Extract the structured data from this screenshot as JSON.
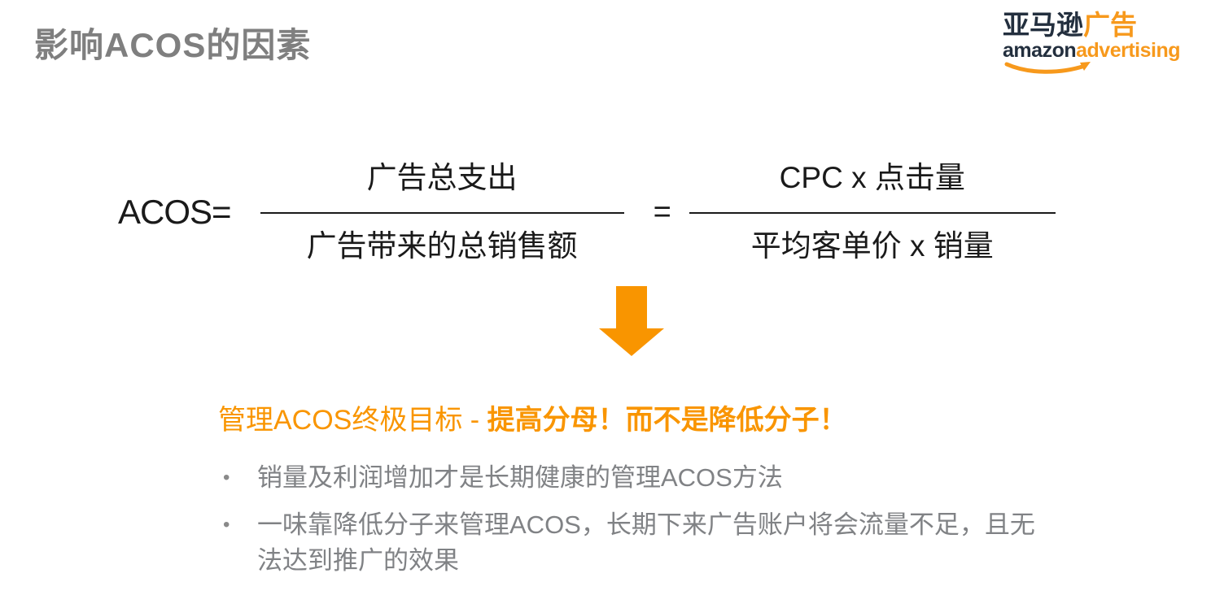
{
  "slide": {
    "title": "影响ACOS的因素"
  },
  "logo": {
    "cn_dark": "亚马逊",
    "cn_orange": "广告",
    "en_dark": "amazon",
    "en_orange": "advertising"
  },
  "formula": {
    "label": "ACOS=",
    "equals": "=",
    "fractions": [
      {
        "numerator": "广告总支出",
        "denominator": "广告带来的总销售额"
      },
      {
        "numerator": "CPC x 点击量",
        "denominator": "平均客单价 x 销量"
      }
    ]
  },
  "goal": {
    "prefix": "管理ACOS终极目标 - ",
    "emphasis": "提高分母！而不是降低分子！"
  },
  "bullets": [
    {
      "glyph": "•",
      "lines": [
        "销量及利润增加才是长期健康的管理ACOS方法"
      ]
    },
    {
      "glyph": "•",
      "lines": [
        "一味靠降低分子来管理ACOS，长期下来广告账户将会流量不足，且无",
        "法达到推广的效果"
      ]
    }
  ],
  "icons": {
    "down_arrow": "down-arrow-icon",
    "amazon_smile": "amazon-smile-icon"
  },
  "colors": {
    "accent_orange": "#F99500",
    "logo_orange": "#F7991C",
    "logo_navy": "#232F3E",
    "title_gray": "#7F7F7F",
    "body_gray": "#808285",
    "formula_black": "#1A1A1A",
    "background": "#FFFFFF"
  }
}
